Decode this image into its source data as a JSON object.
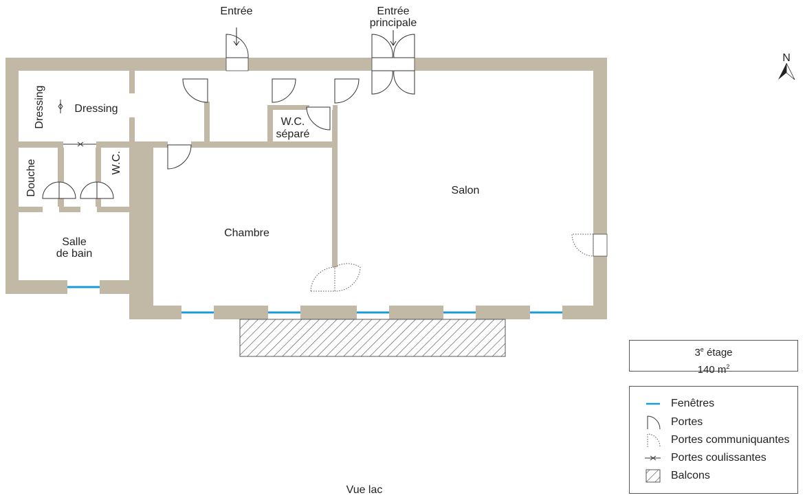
{
  "labels": {
    "entree": "Entrée",
    "entree_principale_l1": "Entrée",
    "entree_principale_l2": "principale",
    "dressing_vertical": "Dressing",
    "dressing": "Dressing",
    "douche": "Douche",
    "wc": "W.C.",
    "wc_separe_l1": "W.C.",
    "wc_separe_l2": "séparé",
    "salle_de_bain_l1": "Salle",
    "salle_de_bain_l2": "de bain",
    "chambre": "Chambre",
    "salon": "Salon",
    "vue_lac": "Vue lac",
    "compass_n": "N"
  },
  "floor_info": {
    "floor_number": "3",
    "floor_sup": "e",
    "floor_word": " étage",
    "area_value": "140 m",
    "area_sup": "2"
  },
  "legend": {
    "items": [
      {
        "icon": "window-line-icon",
        "label": "Fenêtres"
      },
      {
        "icon": "door-swing-icon",
        "label": "Portes"
      },
      {
        "icon": "connecting-door-icon",
        "label": "Portes communiquantes"
      },
      {
        "icon": "sliding-door-icon",
        "label": "Portes coulissantes"
      },
      {
        "icon": "balcony-hatch-icon",
        "label": "Balcons"
      }
    ]
  },
  "colors": {
    "wall": "#c1b8a5",
    "window": "#1a9bd7",
    "line": "#333333"
  }
}
